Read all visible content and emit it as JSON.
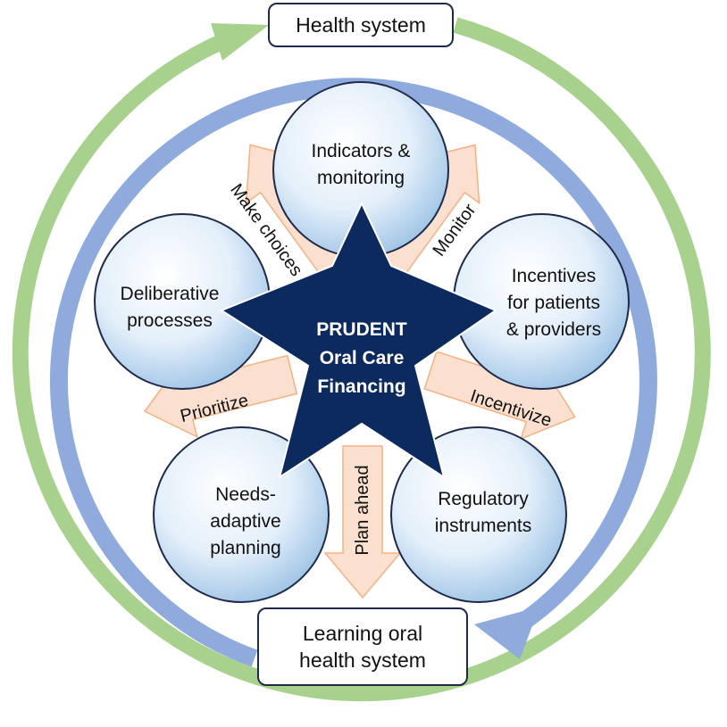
{
  "outer_labels": {
    "top": "Health system",
    "bottom": "Learning oral\nhealth system"
  },
  "center": {
    "title": "PRUDENT\nOral Care\nFinancing"
  },
  "bubbles": [
    {
      "key": "indicators",
      "text": "Indicators &\nmonitoring"
    },
    {
      "key": "incentives",
      "text": "Incentives\nfor patients\n& providers"
    },
    {
      "key": "regulatory",
      "text": "Regulatory\ninstruments"
    },
    {
      "key": "needs",
      "text": "Needs-\nadaptive\nplanning"
    },
    {
      "key": "deliberative",
      "text": "Deliberative\nprocesses"
    }
  ],
  "arrows": [
    {
      "key": "monitor",
      "label": "Monitor"
    },
    {
      "key": "incentivize",
      "label": "Incentivize"
    },
    {
      "key": "plan-ahead",
      "label": "Plan ahead"
    },
    {
      "key": "prioritize",
      "label": "Prioritize"
    },
    {
      "key": "make-choices",
      "label": "Make choices"
    }
  ],
  "colors": {
    "outer_ring": "#a9d18e",
    "inner_ring": "#8faadc",
    "arrow_fill": "#fbe0d0",
    "arrow_stroke": "#f4b183",
    "star": "#0d2a5e",
    "bubble_light": "#ffffff",
    "bubble_dark": "#9cc2e5"
  }
}
